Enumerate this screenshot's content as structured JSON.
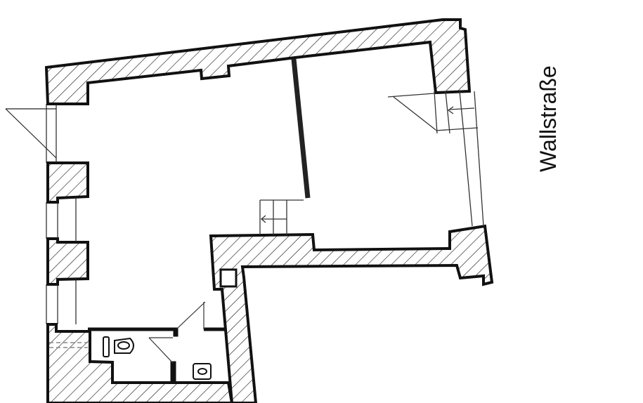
{
  "diagram": {
    "type": "floor-plan",
    "street_label": "Wallstraße",
    "colors": {
      "wall_stroke": "#111111",
      "hatch": "#222222",
      "background": "#ffffff"
    },
    "elements": [
      {
        "name": "room-main-left",
        "kind": "room"
      },
      {
        "name": "room-right",
        "kind": "room"
      },
      {
        "name": "stairs-center",
        "kind": "stairs"
      },
      {
        "name": "stairs-top-right",
        "kind": "stairs"
      },
      {
        "name": "door-left-window",
        "kind": "opening"
      },
      {
        "name": "toilet-1",
        "kind": "fixture"
      },
      {
        "name": "toilet-2",
        "kind": "fixture"
      },
      {
        "name": "sink",
        "kind": "fixture"
      },
      {
        "name": "shaft",
        "kind": "shaft"
      }
    ]
  }
}
